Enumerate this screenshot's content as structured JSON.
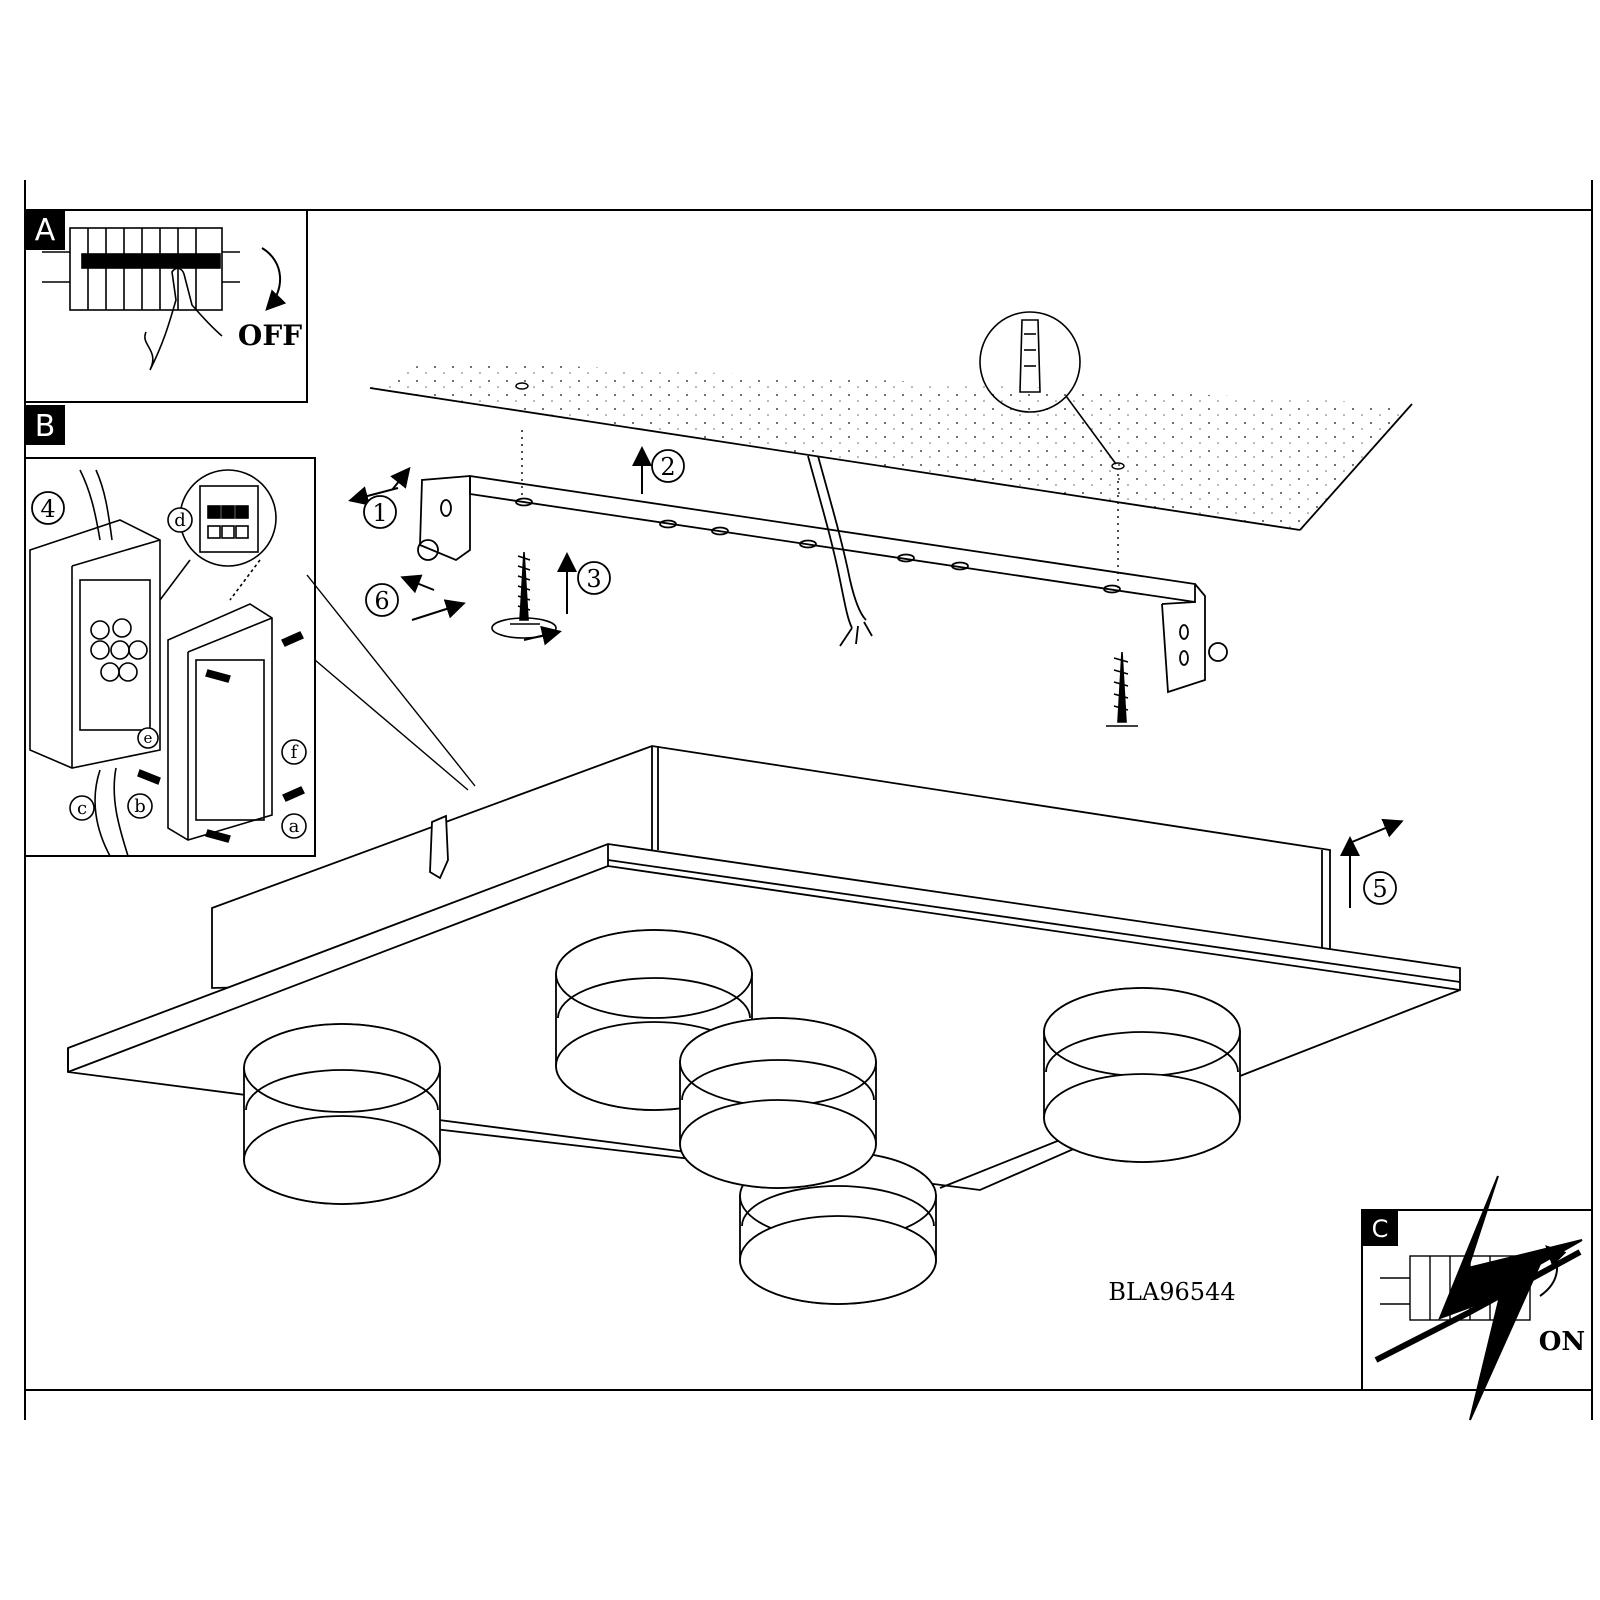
{
  "panels": {
    "a": {
      "letter": "A",
      "label": "OFF"
    },
    "b": {
      "letter": "B"
    },
    "c": {
      "letter": "C",
      "label": "ON"
    }
  },
  "steps": [
    "1",
    "2",
    "3",
    "4",
    "5",
    "6"
  ],
  "sub_steps": [
    "a",
    "b",
    "c",
    "d",
    "e",
    "f"
  ],
  "model_code": "BLA96544"
}
